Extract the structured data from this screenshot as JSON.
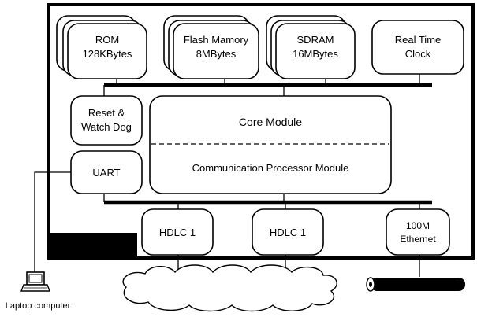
{
  "diagram": {
    "modules": {
      "rom": {
        "line1": "ROM",
        "line2": "128KBytes"
      },
      "flash": {
        "line1": "Flash Mamory",
        "line2": "8MBytes"
      },
      "sdram": {
        "line1": "SDRAM",
        "line2": "16MBytes"
      },
      "rtc": {
        "line1": "Real Time",
        "line2": "Clock"
      },
      "reset": {
        "line1": "Reset &",
        "line2": "Watch Dog"
      },
      "uart": {
        "label": "UART"
      },
      "core": {
        "label": "Core Module"
      },
      "cpm": {
        "label": "Communication Processor Module"
      },
      "hdlc_a": {
        "label": "HDLC 1"
      },
      "hdlc_b": {
        "label": "HDLC 1"
      },
      "ethernet": {
        "line1": "100M",
        "line2": "Ethernet"
      }
    },
    "laptop": {
      "label": "Laptop computer"
    }
  }
}
